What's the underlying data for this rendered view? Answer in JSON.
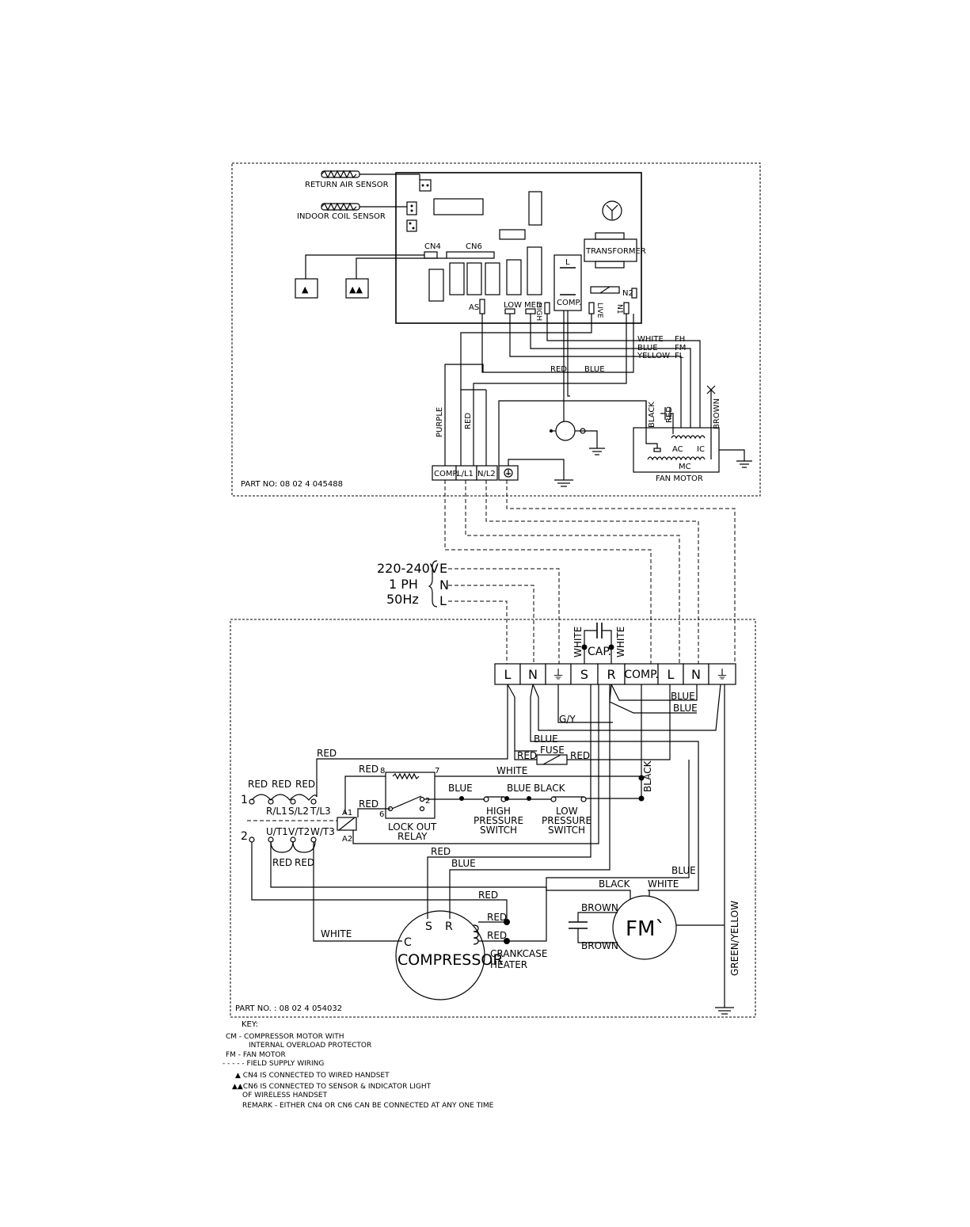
{
  "indoor": {
    "return_air_sensor": "RETURN AIR SENSOR",
    "indoor_coil_sensor": "INDOOR COIL SENSOR",
    "cn4": "CN4",
    "cn6": "CN6",
    "transformer": "TRANSFORMER",
    "relay_l": "L",
    "relay_comp": "COMP.",
    "n2": "N2",
    "as": "AS",
    "low": "LOW",
    "med": "MED",
    "high": "HIGH",
    "live": "LIVE",
    "n1": "N1",
    "white": "WHITE",
    "blue": "BLUE",
    "yellow": "YELLOW",
    "fh": "FH",
    "fm": "FM",
    "fl": "FL",
    "red": "RED",
    "blue2": "BLUE",
    "purple": "PURPLE",
    "red_v": "RED",
    "black": "BLACK",
    "red_cap": "RED",
    "brown": "BROWN",
    "ac": "AC",
    "ic": "IC",
    "mc": "MC",
    "fan_motor": "FAN MOTOR",
    "term_comp": "COMP.",
    "term_l1": "L/L1",
    "term_n2": "N/L2",
    "part_no": "PART NO: 08 02 4 045488",
    "tri_single": "▲",
    "tri_double": "▲▲"
  },
  "supply": {
    "voltage": "220-240V",
    "phase": "1 PH",
    "freq": "50Hz",
    "e": "E",
    "n": "N",
    "l": "L"
  },
  "outdoor": {
    "terminals": [
      "L",
      "N",
      "⏚",
      "S",
      "R",
      "COMP.",
      "L",
      "N",
      "⏚"
    ],
    "white_left": "WHITE",
    "white_right": "WHITE",
    "cap": "CAP.",
    "blue_a": "BLUE",
    "blue_b": "BLUE",
    "gy": "G/Y",
    "blue_c": "BLUE",
    "red_fuse_l": "RED",
    "fuse": "FUSE",
    "red_fuse_r": "RED",
    "red_top": "RED",
    "black_v": "BLACK",
    "red_8": "RED",
    "pin8": "8",
    "pin7": "7",
    "white_relay": "WHITE",
    "red_cont1": "RED",
    "red_cont2": "RED",
    "red_cont3": "RED",
    "one": "1",
    "two": "2",
    "rl1": "R/L1",
    "sl2": "S/L2",
    "tl3": "T/L3",
    "ut1": "U/T1",
    "vt2": "V/T2",
    "wt3": "W/T3",
    "red_bot1": "RED",
    "red_bot2": "RED",
    "a1": "A1",
    "a2": "A2",
    "red_6": "RED",
    "pin6": "6",
    "pin2": "2",
    "blue_hp1": "BLUE",
    "blue_hp2": "BLUE",
    "black_lp": "BLACK",
    "lock_out": "LOCK OUT",
    "relay": "RELAY",
    "high": "HIGH",
    "pressure1": "PRESSURE",
    "switch1": "SWITCH",
    "low": "LOW",
    "pressure2": "PRESSURE",
    "switch2": "SWITCH",
    "red_s": "RED",
    "blue_r": "BLUE",
    "blue_fm": "BLUE",
    "black_fm": "BLACK",
    "white_fm": "WHITE",
    "red_long": "RED",
    "brown1": "BROWN",
    "brown2": "BROWN",
    "fm": "FM`",
    "red_ch1": "RED",
    "red_ch2": "RED",
    "white_c": "WHITE",
    "s": "S",
    "r": "R",
    "c": "C",
    "compressor": "COMPRESSOR",
    "crankcase": "CRANKCASE",
    "heater": "HEATER",
    "green_yellow": "GREEN/YELLOW",
    "part_no": "PART NO. : 08 02 4   054032"
  },
  "key": {
    "title": "KEY:",
    "cm1": "CM  -  COMPRESSOR MOTOR WITH",
    "cm2": "INTERNAL OVERLOAD PROTECTOR",
    "fm": "FM  -  FAN MOTOR",
    "field": "- - - -  -  FIELD SUPPLY WIRING",
    "cn4": "▲  CN4 IS CONNECTED TO WIRED HANDSET",
    "cn6a": "▲▲CN6 IS CONNECTED TO SENSOR & INDICATOR LIGHT",
    "cn6b": "OF WIRELESS HANDSET",
    "remark": "REMARK  -  EITHER CN4 OR CN6 CAN BE CONNECTED AT ANY ONE TIME"
  }
}
